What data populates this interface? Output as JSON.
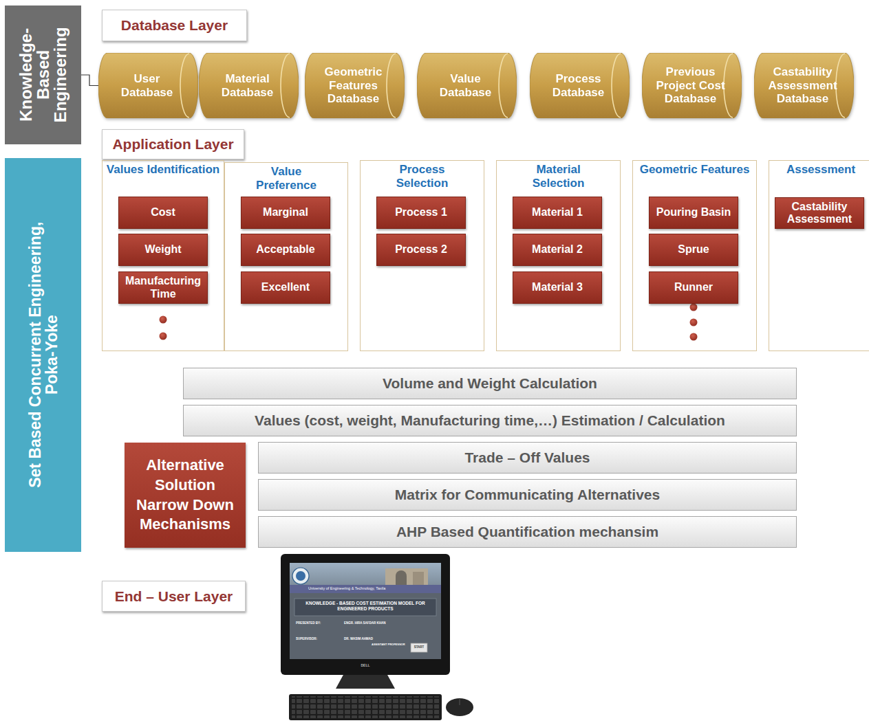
{
  "diagram": {
    "nodes": [
      {
        "text": [
          "Knowledge-Based Engineering"
        ]
      },
      {
        "text": [
          "Set Based Concurrent Engineering, Poka-Yoke"
        ]
      },
      {
        "text": [
          "Database Layer"
        ]
      },
      {
        "text": [
          "User Database"
        ]
      },
      {
        "text": [
          "Material Database"
        ]
      },
      {
        "text": [
          "Geometric Features Database"
        ]
      },
      {
        "text": [
          "Value Database"
        ]
      },
      {
        "text": [
          "Process Database"
        ]
      },
      {
        "text": [
          "Previous Project Cost Database"
        ]
      },
      {
        "text": [
          "Castability Assessment Database"
        ]
      },
      {
        "text": [
          "Application Layer"
        ]
      },
      {
        "text": [
          "Values Identification"
        ]
      },
      {
        "text": [
          "Cost"
        ],
        "in": 11
      },
      {
        "text": [
          "Weight"
        ],
        "in": 11
      },
      {
        "text": [
          "Manufacturing Time"
        ],
        "in": 11
      },
      {
        "text": [
          "Value Preference"
        ]
      },
      {
        "text": [
          "Marginal"
        ],
        "in": 15
      },
      {
        "text": [
          "Acceptable"
        ],
        "in": 15
      },
      {
        "text": [
          "Excellent"
        ],
        "in": 15
      },
      {
        "text": [
          "Process Selection"
        ]
      },
      {
        "text": [
          "Process 1"
        ],
        "in": 19
      },
      {
        "text": [
          "Process 2"
        ],
        "in": 19
      },
      {
        "text": [
          "Material Selection"
        ]
      },
      {
        "text": [
          "Material 1"
        ],
        "in": 22
      },
      {
        "text": [
          "Material 2"
        ],
        "in": 22
      },
      {
        "text": [
          "Material 3"
        ],
        "in": 22
      },
      {
        "text": [
          "Geometric Features"
        ]
      },
      {
        "text": [
          "Pouring Basin"
        ],
        "in": 26
      },
      {
        "text": [
          "Sprue"
        ],
        "in": 26
      },
      {
        "text": [
          "Runner"
        ],
        "in": 26
      },
      {
        "text": [
          "Assessment"
        ]
      },
      {
        "text": [
          "Castability Assessment"
        ],
        "in": 30
      },
      {
        "text": [
          "Volume and Weight Calculation"
        ]
      },
      {
        "text": [
          "Values (cost, weight, Manufacturing time,…) Estimation / Calculation"
        ]
      },
      {
        "text": [
          "Alternative Solution Narrow Down Mechanisms"
        ]
      },
      {
        "text": [
          "Trade – Off Values"
        ]
      },
      {
        "text": [
          "Matrix for Communicating Alternatives"
        ]
      },
      {
        "text": [
          "AHP Based Quantification mechansim"
        ]
      },
      {
        "text": [
          "End – User Layer"
        ]
      }
    ],
    "edges": [
      {
        "from": 0,
        "to": 3,
        "arrow": "none"
      }
    ],
    "labels": [
      "University of Engineering & Technology, Taxila",
      "KNOWLEDGE - BASED COST ESTIMATION MODEL FOR ENGINEERED PRODUCTS",
      "PRESENTED BY:",
      "ENGR. HIRA SAFDAR KHAN",
      "SUPERVISOR:",
      "DR. WASIM AHMAD",
      "ASSISTANT PROFESSOR",
      "START",
      "DELL"
    ]
  }
}
